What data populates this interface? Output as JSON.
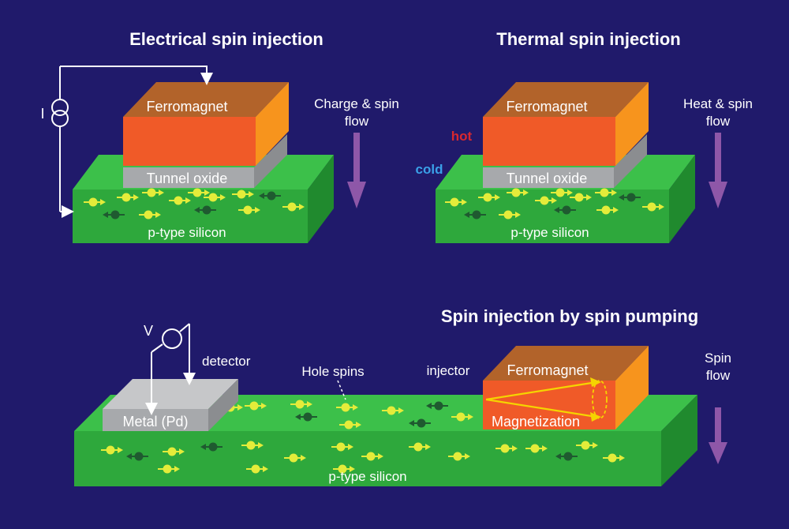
{
  "colors": {
    "background": "#201a6b",
    "silicon_top": "#3cc04a",
    "silicon_front": "#2ea83c",
    "silicon_side": "#208a2e",
    "ferromagnet_top": "#b2632a",
    "ferromagnet_front": "#f05a28",
    "ferromagnet_side": "#f7941d",
    "oxide": "#a7a9ac",
    "arrow": "#8e57a8",
    "spin_yellow": "#e4ec3a",
    "spin_dark": "#1f5a30",
    "hot": "#d7282f",
    "cold": "#3aa0e8"
  },
  "panels": {
    "electrical": {
      "title": "Electrical spin injection",
      "ferromagnet": "Ferromagnet",
      "oxide": "Tunnel oxide",
      "silicon": "p-type silicon",
      "current_label": "I",
      "flow_line1": "Charge & spin",
      "flow_line2": "flow"
    },
    "thermal": {
      "title": "Thermal spin injection",
      "ferromagnet": "Ferromagnet",
      "oxide": "Tunnel oxide",
      "silicon": "p-type silicon",
      "hot": "hot",
      "cold": "cold",
      "flow_line1": "Heat & spin",
      "flow_line2": "flow"
    },
    "pumping": {
      "title": "Spin injection by spin pumping",
      "voltage_label": "V",
      "detector": "detector",
      "metal": "Metal (Pd)",
      "hole_spins": "Hole spins",
      "injector": "injector",
      "ferromagnet": "Ferromagnet",
      "magnetization": "Magnetization",
      "silicon": "p-type silicon",
      "flow_line1": "Spin",
      "flow_line2": "flow"
    }
  }
}
